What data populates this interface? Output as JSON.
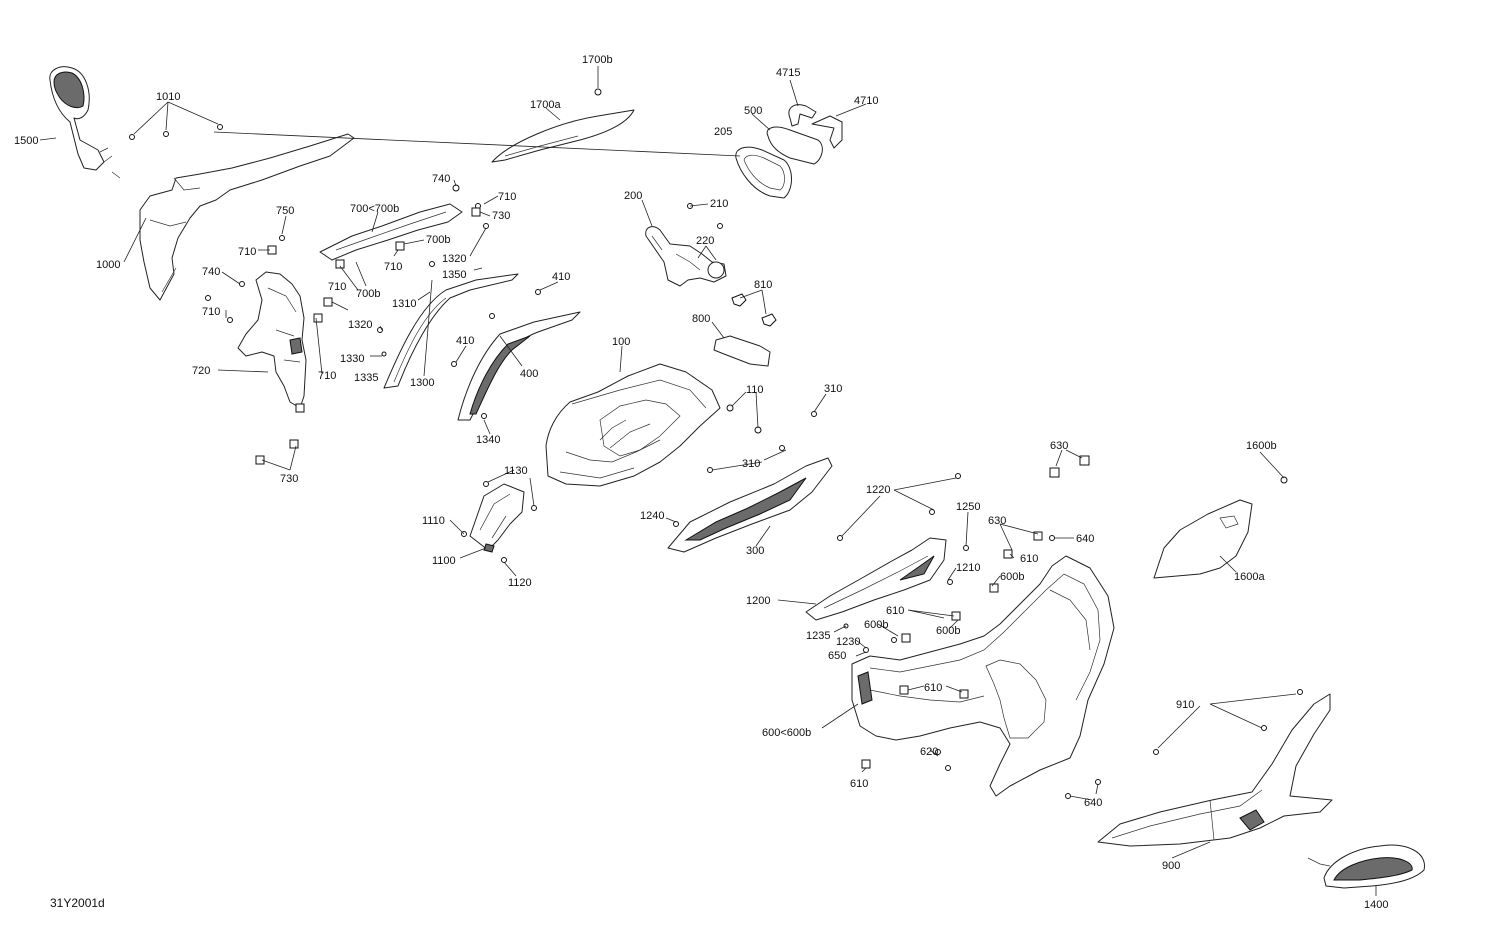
{
  "drawing_code": "31Y2001d",
  "callouts": [
    {
      "id": "1500",
      "text": "1500"
    },
    {
      "id": "1010",
      "text": "1010"
    },
    {
      "id": "1000",
      "text": "1000"
    },
    {
      "id": "1700b",
      "text": "1700b"
    },
    {
      "id": "1700a",
      "text": "1700a"
    },
    {
      "id": "4715",
      "text": "4715"
    },
    {
      "id": "4710",
      "text": "4710"
    },
    {
      "id": "500",
      "text": "500"
    },
    {
      "id": "205",
      "text": "205"
    },
    {
      "id": "740a",
      "text": "740"
    },
    {
      "id": "710a",
      "text": "710"
    },
    {
      "id": "730a",
      "text": "730"
    },
    {
      "id": "700",
      "text": "700<700b"
    },
    {
      "id": "750",
      "text": "750"
    },
    {
      "id": "710b",
      "text": "710"
    },
    {
      "id": "700b1",
      "text": "700b"
    },
    {
      "id": "710c",
      "text": "710"
    },
    {
      "id": "1320a",
      "text": "1320"
    },
    {
      "id": "1350",
      "text": "1350"
    },
    {
      "id": "740b",
      "text": "740"
    },
    {
      "id": "710d",
      "text": "710"
    },
    {
      "id": "700b2",
      "text": "700b"
    },
    {
      "id": "710e",
      "text": "710"
    },
    {
      "id": "1310",
      "text": "1310"
    },
    {
      "id": "1320b",
      "text": "1320"
    },
    {
      "id": "720",
      "text": "720"
    },
    {
      "id": "1330",
      "text": "1330"
    },
    {
      "id": "1335",
      "text": "1335"
    },
    {
      "id": "710f",
      "text": "710"
    },
    {
      "id": "1300",
      "text": "1300"
    },
    {
      "id": "730b",
      "text": "730"
    },
    {
      "id": "410a",
      "text": "410"
    },
    {
      "id": "410b",
      "text": "410"
    },
    {
      "id": "400",
      "text": "400"
    },
    {
      "id": "1340",
      "text": "1340"
    },
    {
      "id": "200",
      "text": "200"
    },
    {
      "id": "210",
      "text": "210"
    },
    {
      "id": "220",
      "text": "220"
    },
    {
      "id": "810",
      "text": "810"
    },
    {
      "id": "800",
      "text": "800"
    },
    {
      "id": "100",
      "text": "100"
    },
    {
      "id": "110",
      "text": "110"
    },
    {
      "id": "310a",
      "text": "310"
    },
    {
      "id": "310b",
      "text": "310"
    },
    {
      "id": "1130",
      "text": "1130"
    },
    {
      "id": "1110",
      "text": "1110"
    },
    {
      "id": "1100",
      "text": "1100"
    },
    {
      "id": "1120",
      "text": "1120"
    },
    {
      "id": "1240",
      "text": "1240"
    },
    {
      "id": "300",
      "text": "300"
    },
    {
      "id": "630a",
      "text": "630"
    },
    {
      "id": "1600b",
      "text": "1600b"
    },
    {
      "id": "1220",
      "text": "1220"
    },
    {
      "id": "1250",
      "text": "1250"
    },
    {
      "id": "630b",
      "text": "630"
    },
    {
      "id": "640a",
      "text": "640"
    },
    {
      "id": "610a",
      "text": "610"
    },
    {
      "id": "1210",
      "text": "1210"
    },
    {
      "id": "600b1",
      "text": "600b"
    },
    {
      "id": "1600a",
      "text": "1600a"
    },
    {
      "id": "1200",
      "text": "1200"
    },
    {
      "id": "610b",
      "text": "610"
    },
    {
      "id": "1235",
      "text": "1235"
    },
    {
      "id": "600b2",
      "text": "600b"
    },
    {
      "id": "600b3",
      "text": "600b"
    },
    {
      "id": "1230",
      "text": "1230"
    },
    {
      "id": "650",
      "text": "650"
    },
    {
      "id": "610c",
      "text": "610"
    },
    {
      "id": "600",
      "text": "600<600b"
    },
    {
      "id": "910",
      "text": "910"
    },
    {
      "id": "620",
      "text": "620"
    },
    {
      "id": "610d",
      "text": "610"
    },
    {
      "id": "640b",
      "text": "640"
    },
    {
      "id": "900",
      "text": "900"
    },
    {
      "id": "1400",
      "text": "1400"
    }
  ]
}
